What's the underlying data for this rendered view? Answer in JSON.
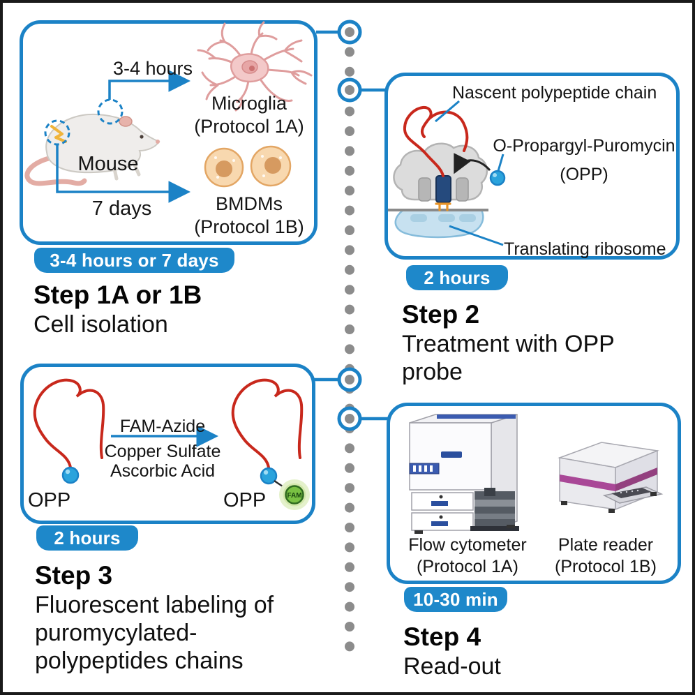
{
  "steps": {
    "step1": {
      "badge": "3-4 hours or 7 days",
      "title": "Step 1A or 1B",
      "subtitle": "Cell isolation",
      "mouse_label": "Mouse",
      "microglia_time": "3-4 hours",
      "bmdm_time": "7 days",
      "microglia_label": "Microglia",
      "microglia_protocol": "(Protocol 1A)",
      "bmdm_label": "BMDMs",
      "bmdm_protocol": "(Protocol 1B)"
    },
    "step2": {
      "badge": "2 hours",
      "title": "Step 2",
      "subtitle_lines": [
        "Treatment with OPP",
        "probe"
      ],
      "nascent_label": "Nascent polypeptide chain",
      "opp_name": "O-Propargyl-Puromycin",
      "opp_abbrev": "(OPP)",
      "ribosome_label": "Translating ribosome"
    },
    "step3": {
      "badge": "2 hours",
      "title": "Step 3",
      "subtitle_lines": [
        "Fluorescent labeling of",
        "puromycylated-",
        "polypeptides chains"
      ],
      "reagent_top": "FAM-Azide",
      "reagent_mid": "Copper Sulfate",
      "reagent_bottom": "Ascorbic Acid",
      "opp_left_label": "OPP",
      "opp_right_label": "OPP",
      "fam_label": "FAM"
    },
    "step4": {
      "badge": "10-30 min",
      "title": "Step 4",
      "subtitle": "Read-out",
      "flow_label": "Flow cytometer",
      "flow_protocol": "(Protocol 1A)",
      "plate_label": "Plate reader",
      "plate_protocol": "(Protocol 1B)"
    }
  },
  "colors": {
    "accent_blue": "#1b82c6",
    "badge_blue": "#1e88ca",
    "dot_gray": "#8c8c8c",
    "chain_red": "#c8281c",
    "fam_green": "#79c143",
    "plate_reader_magenta": "#a94897",
    "trna_navy": "#254a7d",
    "opp_sphere_blue": "#2aa3dc"
  }
}
